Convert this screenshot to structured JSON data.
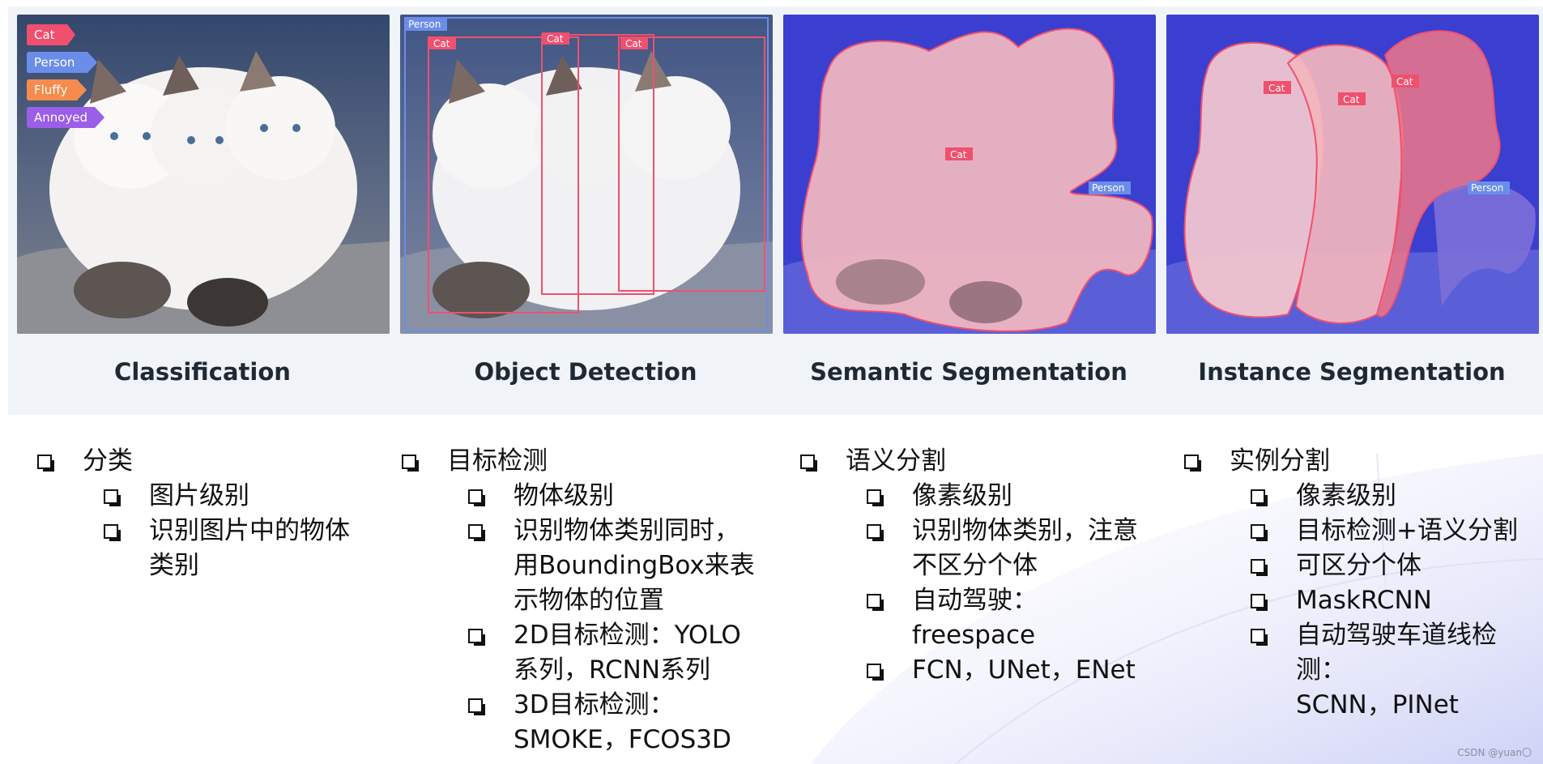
{
  "panels": [
    {
      "title": "Classification",
      "tags": [
        {
          "label": "Cat",
          "color": "#f0506e"
        },
        {
          "label": "Person",
          "color": "#6b8dea"
        },
        {
          "label": "Fluffy",
          "color": "#f58b4c"
        },
        {
          "label": "Annoyed",
          "color": "#9a5ee8"
        }
      ]
    },
    {
      "title": "Object Detection",
      "labels": {
        "person": "Person",
        "cat1": "Cat",
        "cat2": "Cat",
        "cat3": "Cat"
      }
    },
    {
      "title": "Semantic Segmentation",
      "labels": {
        "cat": "Cat",
        "person": "Person"
      }
    },
    {
      "title": "Instance Segmentation",
      "labels": {
        "cat1": "Cat",
        "cat2": "Cat",
        "cat3": "Cat",
        "person": "Person"
      }
    }
  ],
  "columns": [
    {
      "heading": "分类",
      "items": [
        "图片级别",
        "识别图片中的物体\n类别"
      ]
    },
    {
      "heading": "目标检测",
      "items": [
        "物体级别",
        "识别物体类别同时，\n用BoundingBox来表\n示物体的位置",
        "2D目标检测：YOLO\n系列，RCNN系列",
        "3D目标检测：\nSMOKE，FCOS3D"
      ]
    },
    {
      "heading": "语义分割",
      "items": [
        "像素级别",
        "识别物体类别，注意\n不区分个体",
        "自动驾驶：\nfreespace",
        "FCN，UNet，ENet"
      ]
    },
    {
      "heading": "实例分割",
      "items": [
        "像素级别",
        "目标检测+语义分割",
        "可区分个体",
        "MaskRCNN",
        "自动驾驶车道线检测：\nSCNN，PINet"
      ]
    }
  ],
  "watermark": "CSDN @yuan〇",
  "colors": {
    "cat": "#f0506e",
    "person": "#6b8dea",
    "semantic_bg": "#3a3fd0",
    "band": "#f0f3f7"
  }
}
